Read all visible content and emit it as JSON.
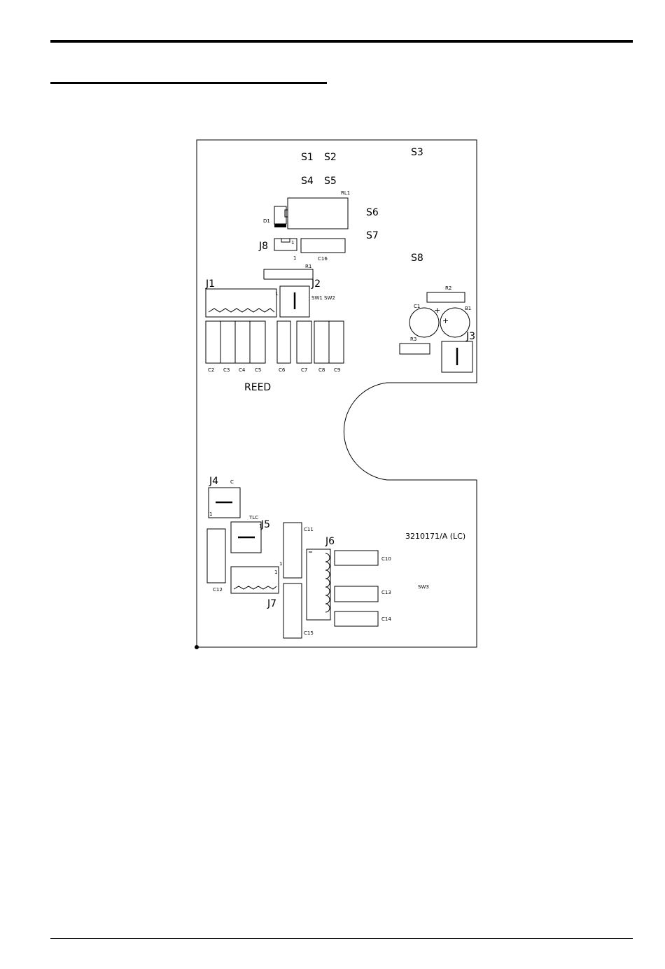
{
  "board": {
    "pads": {
      "s1": "S1",
      "s2": "S2",
      "s3": "S3",
      "s4": "S4",
      "s5": "S5",
      "s6": "S6",
      "s7": "S7",
      "s8": "S8"
    },
    "connectors": {
      "j1": "J1",
      "j2": "J2",
      "j3": "J3",
      "j4": "J4",
      "j5": "J5",
      "j6": "J6",
      "j7": "J7",
      "j8": "J8"
    },
    "components": {
      "rl1": "RL1",
      "d1": "D1",
      "r1": "R1",
      "r2": "R2",
      "r3": "R3",
      "b1": "B1",
      "c1": "C1",
      "c2": "C2",
      "c3": "C3",
      "c4": "C4",
      "c5": "C5",
      "c6": "C6",
      "c7": "C7",
      "c8": "C8",
      "c9": "C9",
      "c10": "C10",
      "c11": "C11",
      "c12": "C12",
      "c13": "C13",
      "c14": "C14",
      "c15": "C15",
      "c16": "C16",
      "sw1": "SW1",
      "sw2": "SW2",
      "sw3": "SW3"
    },
    "marks": {
      "reed": "REED",
      "part_number": "3210171/A (LC)",
      "tlc": "TLC",
      "c_mark": "C",
      "pin1_j8": "1",
      "pin1_j8_below": "1",
      "pin1_j1": "1",
      "pin1_j4": "1",
      "pin1_j5": "1",
      "pin1_j7": "1",
      "pin1_j7_side": "1",
      "plus1": "+",
      "plus2": "+"
    }
  }
}
